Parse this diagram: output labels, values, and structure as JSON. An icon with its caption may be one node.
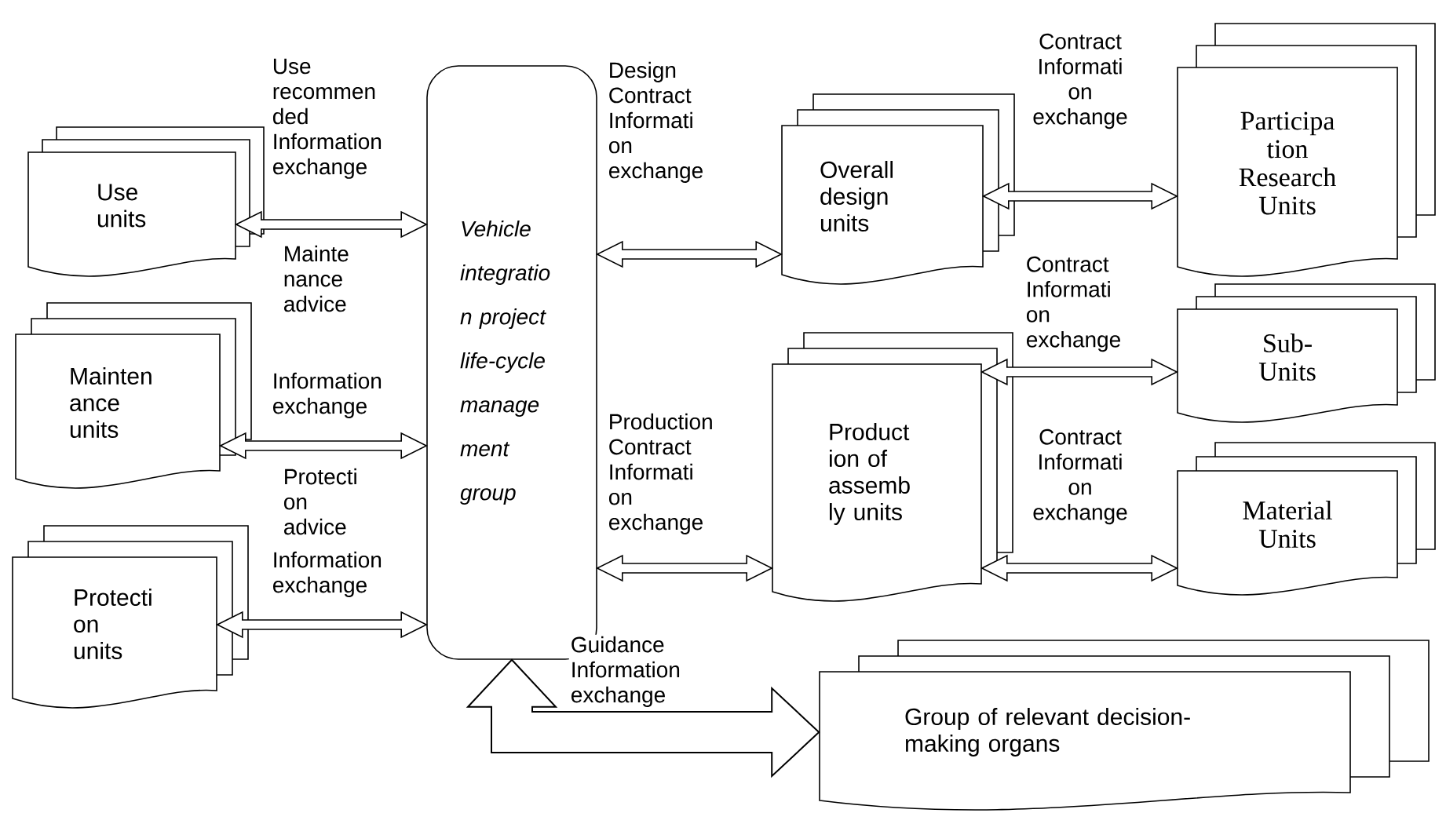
{
  "diagram": {
    "nodes": [
      {
        "text": [
          "Vehicle integratio n project life-cycle manage ment group"
        ]
      },
      {
        "text": [
          "Use units"
        ]
      },
      {
        "text": [
          "Mainten ance units"
        ]
      },
      {
        "text": [
          "Protecti on units"
        ]
      },
      {
        "text": [
          "Overall design units"
        ]
      },
      {
        "text": [
          "Product ion of assemb ly units"
        ]
      },
      {
        "text": [
          "Participa tion Research Units"
        ]
      },
      {
        "text": [
          "Sub-Units"
        ]
      },
      {
        "text": [
          "Material Units"
        ]
      },
      {
        "text": [
          "Group of relevant decision-making organs"
        ]
      }
    ],
    "edges": [
      {
        "from": 1,
        "to": 0,
        "arrow": "both",
        "label": "Use recommen ded Information exchange"
      },
      {
        "from": 2,
        "to": 0,
        "arrow": "both",
        "label": "Information exchange"
      },
      {
        "from": 3,
        "to": 0,
        "arrow": "both",
        "label": "Information exchange"
      },
      {
        "from": 0,
        "to": 4,
        "arrow": "both",
        "label": "Design Contract Informati on exchange"
      },
      {
        "from": 0,
        "to": 5,
        "arrow": "both",
        "label": "Production Contract Informati on exchange"
      },
      {
        "from": 4,
        "to": 6,
        "arrow": "both",
        "label": "Contract Informati on exchange"
      },
      {
        "from": 5,
        "to": 7,
        "arrow": "both",
        "label": "Contract Informati on exchange"
      },
      {
        "from": 5,
        "to": 8,
        "arrow": "both",
        "label": "Contract Informati on exchange"
      },
      {
        "from": 0,
        "to": 9,
        "arrow": "both",
        "label": "Guidance Information exchange",
        "style": "thick"
      }
    ],
    "labels": [
      "Mainte nance advice",
      "Protecti on advice"
    ]
  }
}
